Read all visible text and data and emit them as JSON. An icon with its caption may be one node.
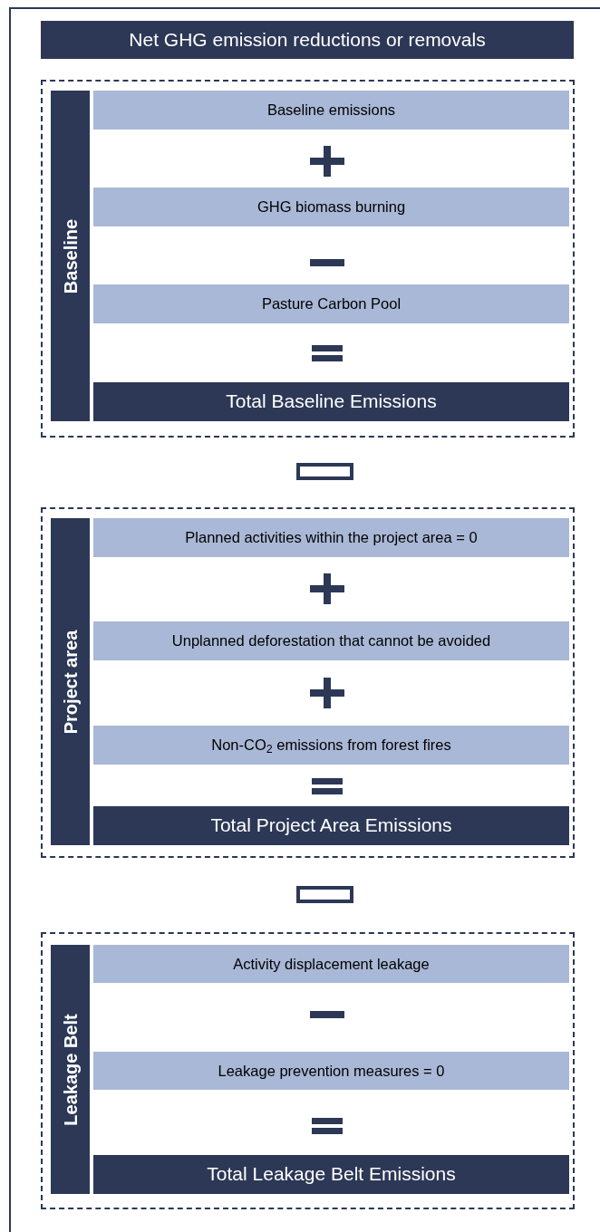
{
  "diagram": {
    "nodes": [
      {
        "text": [
          "Net GHG emission reductions or removals"
        ]
      },
      {
        "text": [
          "Baseline"
        ]
      },
      {
        "text": [
          "Baseline emissions"
        ],
        "in": 1
      },
      {
        "text": [
          "GHG biomass burning"
        ],
        "in": 1
      },
      {
        "text": [
          "Pasture Carbon Pool"
        ],
        "in": 1
      },
      {
        "text": [
          "Total Baseline Emissions"
        ],
        "in": 1
      },
      {
        "text": [
          "Project area"
        ]
      },
      {
        "text": [
          "Planned activities within the project area = 0"
        ],
        "in": 6
      },
      {
        "text": [
          "Unplanned deforestation that cannot be avoided"
        ],
        "in": 6
      },
      {
        "text": [
          "Non-CO$_{2}$ emissions from forest fires"
        ],
        "in": 6
      },
      {
        "text": [
          "Total Project Area Emissions"
        ],
        "in": 6
      },
      {
        "text": [
          "Leakage Belt"
        ]
      },
      {
        "text": [
          "Activity displacement leakage"
        ],
        "in": 11
      },
      {
        "text": [
          "Leakage prevention measures = 0"
        ],
        "in": 11
      },
      {
        "text": [
          "Total Leakage Belt Emissions"
        ],
        "in": 11
      }
    ]
  }
}
